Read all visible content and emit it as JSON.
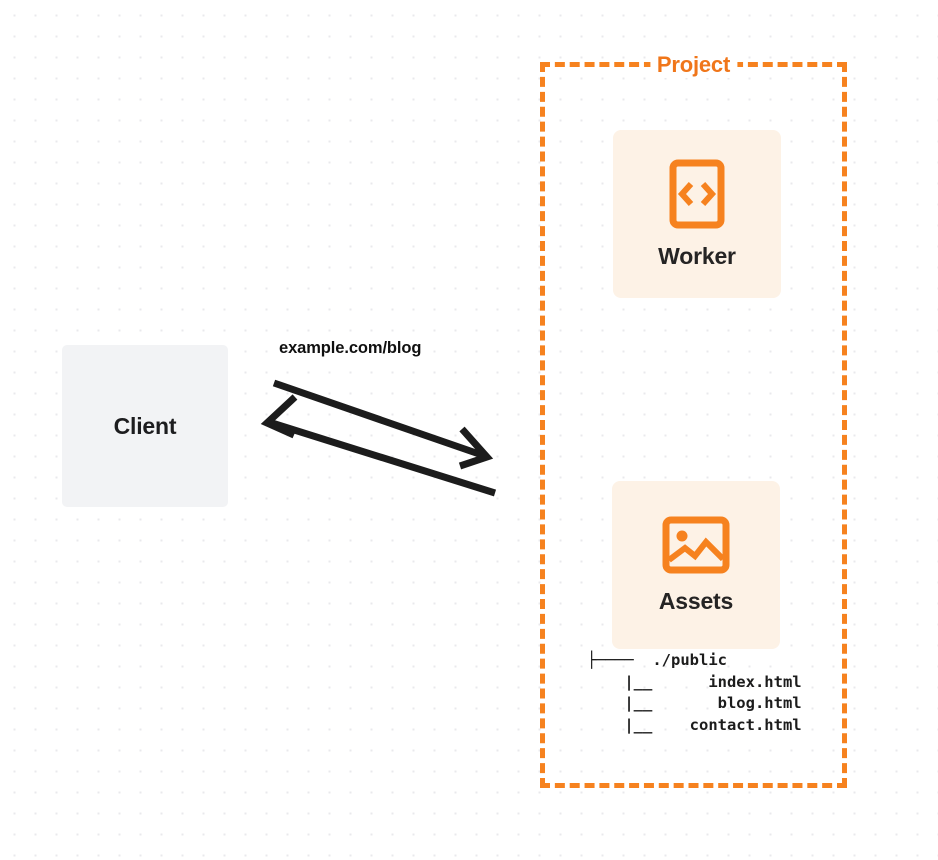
{
  "diagram": {
    "title": "Worker and Assets request flow",
    "background": {
      "dot_color": "#e9e9ec",
      "page_color": "#ffffff"
    },
    "colors": {
      "accent_orange": "#f6821f",
      "card_fill": "#fdf2e6",
      "client_fill": "#f2f3f5",
      "text_dark": "#1d1d1f"
    },
    "client": {
      "label": "Client"
    },
    "edge": {
      "label": "example.com/blog",
      "request_direction": "client-to-project",
      "response_direction": "project-to-client"
    },
    "project": {
      "title": "Project",
      "border_style": "dashed",
      "nodes": [
        {
          "label": "Worker",
          "icon": "code-brackets-icon"
        },
        {
          "label": "Assets",
          "icon": "image-icon"
        }
      ]
    },
    "file_tree": {
      "lines": [
        "├────  ./public",
        "    |__      index.html",
        "    |__       blog.html",
        "    |__    contact.html"
      ],
      "root": "./public",
      "files": [
        "index.html",
        "blog.html",
        "contact.html"
      ]
    }
  }
}
